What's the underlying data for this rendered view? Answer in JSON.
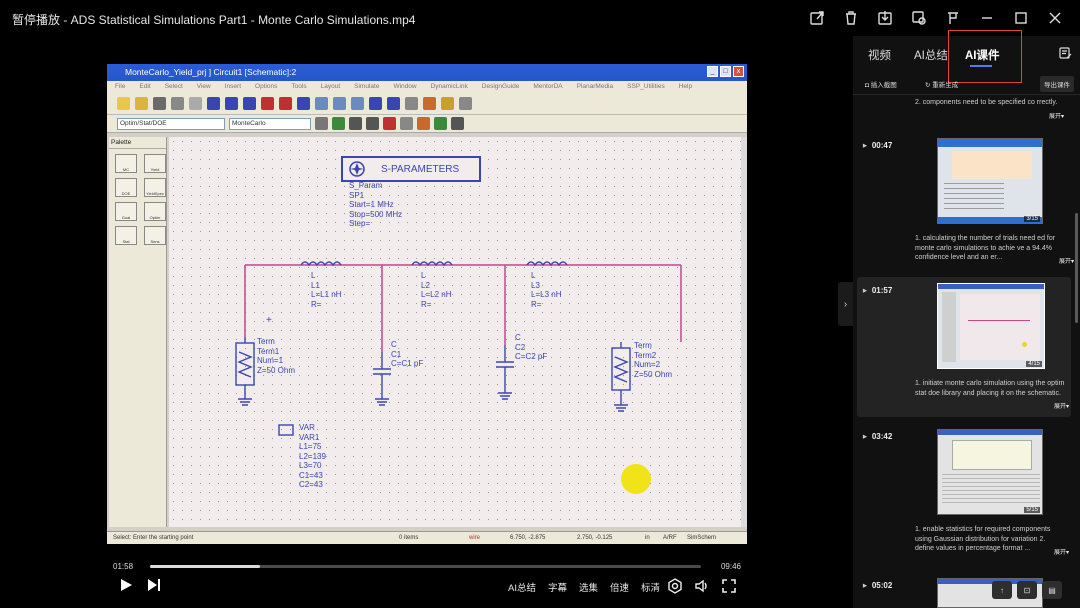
{
  "window": {
    "title": "暂停播放 - ADS Statistical Simulations Part1 - Monte Carlo Simulations.mp4"
  },
  "video": {
    "ads_title": "MonteCarlo_Yield_prj ] Circuit1 [Schematic]:2",
    "menu": [
      "File",
      "Edit",
      "Select",
      "View",
      "Insert",
      "Options",
      "Tools",
      "Layout",
      "Simulate",
      "Window",
      "DynamicLink",
      "DesignGuide",
      "MentorDA",
      "PlanarMedia",
      "SSP_Utilities",
      "Help"
    ],
    "library_combo": "Optim/Stat/DOE",
    "component_combo": "MonteCarlo",
    "palette_label": "Palette",
    "palette_items": [
      "MC",
      "Yield",
      "DOE",
      "YieldSpec",
      "Goal",
      "Optim",
      "Stat",
      "Sens"
    ],
    "status": {
      "hint": "Select: Enter the starting point",
      "items": "0 items",
      "mode": "wire",
      "coord1": "6.750, -2.875",
      "coord2": "2.750, -0.125",
      "unit": "in",
      "layer": "A/RF",
      "view": "SimSchem"
    },
    "schematic": {
      "sp_title": "S-PARAMETERS",
      "sp_block": "S_Param\nSP1\nStart=1 MHz\nStop=500 MHz\nStep=",
      "l1": "L\nL1\nL=L1 nH\nR=",
      "l2": "L\nL2\nL=L2 nH\nR=",
      "l3": "L\nL3\nL=L3 nH\nR=",
      "c1": "C\nC1\nC=C1 pF",
      "c2": "C\nC2\nC=C2 pF",
      "term1": "Term\nTerm1\nNum=1\nZ=50 Ohm",
      "term2": "Term\nTerm2\nNum=2\nZ=50 Ohm",
      "var": "VAR\nVAR1\nL1=75\nL2=139\nL3=70\nC1=43\nC2=43"
    }
  },
  "controls": {
    "current_time": "01:58",
    "total_time": "09:46",
    "progress": 0.2,
    "labels": [
      "AI总结",
      "字幕",
      "选集",
      "倍速",
      "标清"
    ]
  },
  "sidebar": {
    "tabs": [
      "视频",
      "AI总结",
      "AI课件"
    ],
    "active_tab": "AI课件",
    "actions": {
      "insert_screenshot": "插入截图",
      "regenerate": "重新生成",
      "export": "导出课件"
    },
    "expand_label": "展开",
    "top_partial": "2. components need to be specified co rrectly.",
    "items": [
      {
        "time": "00:47",
        "page": "3/15",
        "summary": "1. calculating the number of trials need ed for monte carlo simulations to achie ve a 94.4% confidence level and an er..."
      },
      {
        "time": "01:57",
        "page": "4/15",
        "summary": "1. initiate monte carlo simulation using the optim stat doe library and placing it on the schematic."
      },
      {
        "time": "03:42",
        "page": "5/15",
        "summary": "1. enable statistics for required components using Gaussian distribution for variation 2. define values in percentage format ..."
      },
      {
        "time": "05:02",
        "page": "",
        "summary": ""
      }
    ]
  }
}
